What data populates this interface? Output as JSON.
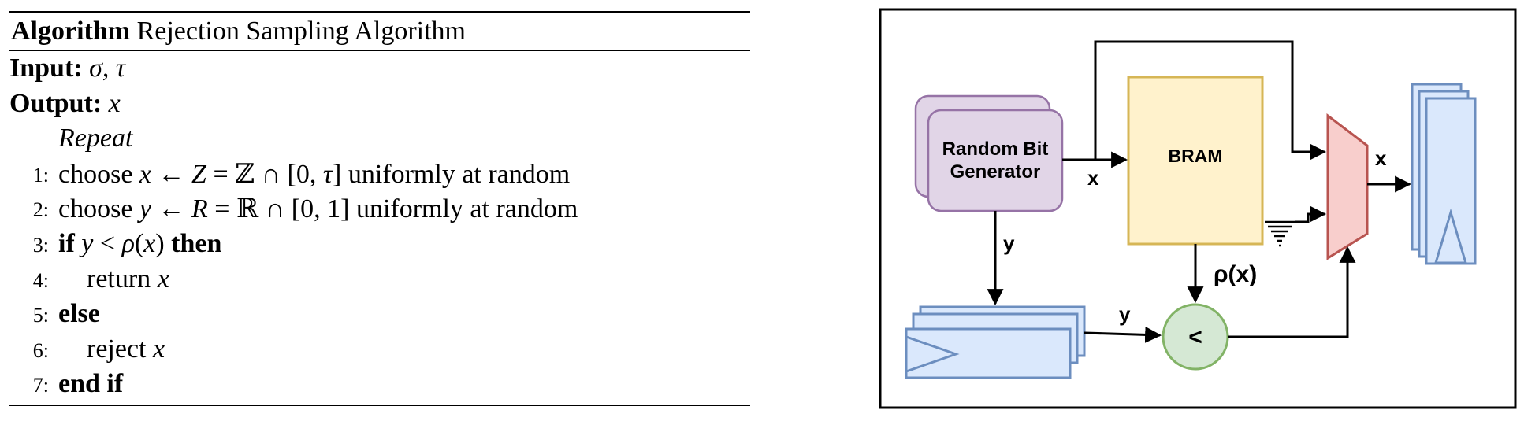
{
  "algorithm": {
    "title_bold": "Algorithm",
    "title_text": "Rejection Sampling Algorithm",
    "input_label": "Input:",
    "input_value": "σ, τ",
    "output_label": "Output:",
    "output_value": "x",
    "repeat": "Repeat",
    "lines": [
      {
        "num": "1:",
        "text": "choose x ← Z = ℤ ∩ [0, τ] uniformly at random"
      },
      {
        "num": "2:",
        "text": "choose y ← R = ℝ ∩ [0, 1] uniformly at random"
      },
      {
        "num": "3:",
        "text": "if y < ρ(x) then"
      },
      {
        "num": "4:",
        "text": "return x"
      },
      {
        "num": "5:",
        "text": "else"
      },
      {
        "num": "6:",
        "text": "reject x"
      },
      {
        "num": "7:",
        "text": "end if"
      }
    ]
  },
  "diagram": {
    "rng_label_line1": "Random Bit",
    "rng_label_line2": "Generator",
    "bram_label": "BRAM",
    "comparator_label": "<",
    "x_label_rng": "x",
    "x_label_mux": "x",
    "y_label_down": "y",
    "y_label_reg": "y",
    "rho_label": "ρ(x)",
    "colors": {
      "rng_fill": "#e1d5e7",
      "rng_stroke": "#9673a6",
      "bram_fill": "#fff2cc",
      "bram_stroke": "#d6b656",
      "reg_fill": "#dae8fc",
      "reg_stroke": "#6c8ebf",
      "cmp_fill": "#d5e8d4",
      "cmp_stroke": "#82b366",
      "mux_fill": "#f8cecc",
      "mux_stroke": "#b85450"
    }
  }
}
